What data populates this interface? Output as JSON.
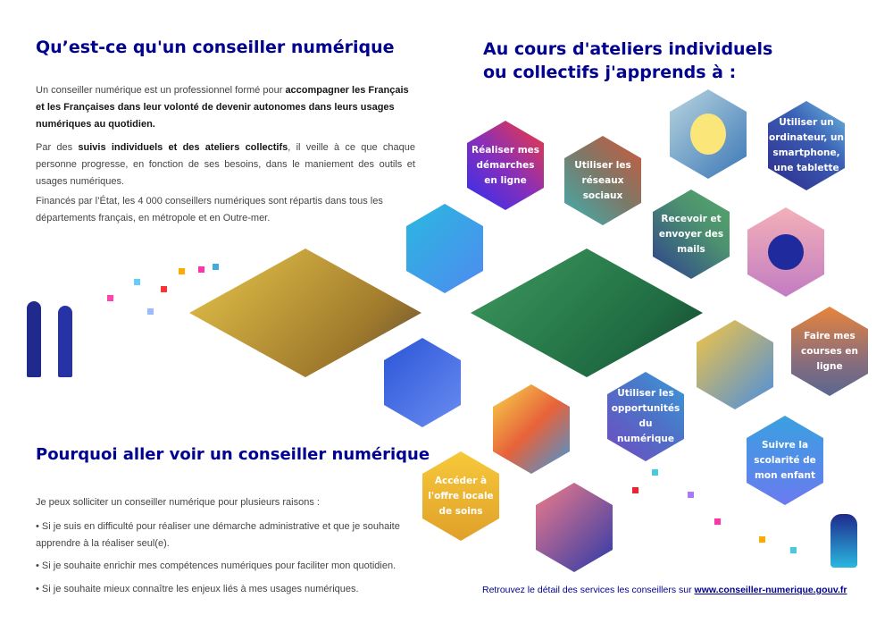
{
  "left": {
    "title1": "Qu’est-ce qu'un conseiller numérique",
    "p1a": "Un conseiller numérique est un professionnel formé pour ",
    "p1b": "accompagner les Français et les Françaises dans leur volonté de devenir autonomes dans leurs usages numériques au quotidien.",
    "p2a": "Par des ",
    "p2b": "suivis individuels et des ateliers collectifs",
    "p2c": ", il veille à ce que chaque personne progresse, en fonction de ses besoins, dans le maniement des outils et usages numériques.",
    "p3": "Financés par l’État, les 4 000 conseillers numériques sont répartis dans tous les départements français, en métropole et en Outre-mer.",
    "title2": "Pourquoi aller voir un conseiller numérique",
    "intro": "Je peux solliciter un conseiller numérique pour plusieurs raisons :",
    "reasons": [
      "Si je suis en difficulté pour réaliser une démarche administrative et que je souhaite apprendre à  la réaliser seul(e).",
      "Si je souhaite enrichir mes compétences numériques pour faciliter mon quotidien.",
      "Si je souhaite mieux connaître les enjeux liés à mes usages numériques."
    ]
  },
  "right": {
    "title_line1": "Au cours d'ateliers individuels",
    "title_line2": "ou collectifs j'apprends à :",
    "skills": [
      "Réaliser mes démarches en ligne",
      "Utiliser les réseaux sociaux",
      "Utiliser un ordinateur, un smartphone, une tablette",
      "Recevoir et envoyer des mails",
      "Faire mes courses en ligne",
      "Utiliser les opportunités du numérique",
      "Suivre la scolarité de mon enfant",
      "Accéder à l'offre locale de soins"
    ],
    "footer_text": "Retrouvez le détail des services les conseillers sur ",
    "footer_link": "www.conseiller-numerique.gouv.fr"
  },
  "colors": {
    "title": "#000091"
  }
}
